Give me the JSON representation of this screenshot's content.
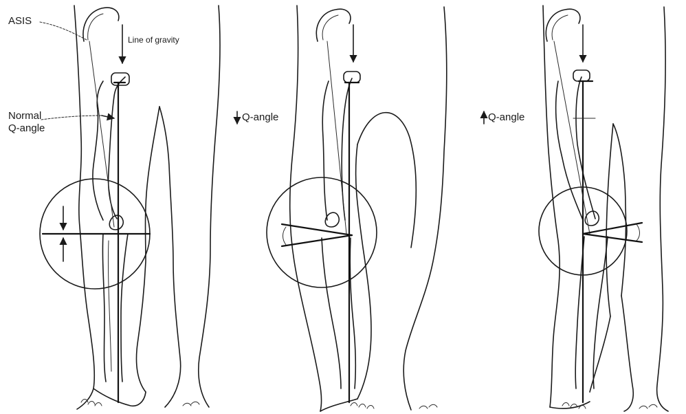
{
  "labels": {
    "asis": "ASIS",
    "line_of_gravity": "Line of gravity",
    "normal_q_angle_line1": "Normal",
    "normal_q_angle_line2": "Q-angle",
    "decreased_q_angle": "Q-angle",
    "increased_q_angle": "Q-angle"
  },
  "panels": [
    {
      "condition": "normal"
    },
    {
      "condition": "decreased"
    },
    {
      "condition": "increased"
    }
  ]
}
